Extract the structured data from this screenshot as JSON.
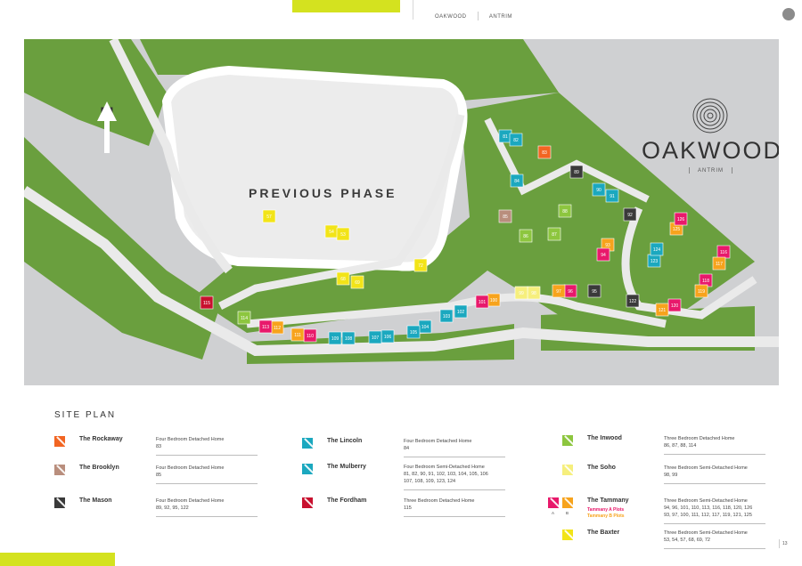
{
  "header": {
    "nav": [
      "OAKWOOD",
      "ANTRIM"
    ]
  },
  "brand": {
    "title": "OAKWOOD",
    "subtitle": "ANTRIM"
  },
  "map": {
    "phase_label": "PREVIOUS PHASE",
    "north_label": "N",
    "plots": [
      {
        "n": "57",
        "c": "#f2e418"
      },
      {
        "n": "54",
        "c": "#f2e418"
      },
      {
        "n": "53",
        "c": "#f2e418"
      },
      {
        "n": "68",
        "c": "#f2e418"
      },
      {
        "n": "69",
        "c": "#f2e418"
      },
      {
        "n": "72",
        "c": "#f2e418"
      },
      {
        "n": "81",
        "c": "#1ba8bf"
      },
      {
        "n": "82",
        "c": "#1ba8bf"
      },
      {
        "n": "83",
        "c": "#f26522"
      },
      {
        "n": "84",
        "c": "#1ba8bf"
      },
      {
        "n": "85",
        "c": "#b98e7d"
      },
      {
        "n": "86",
        "c": "#8dc63f"
      },
      {
        "n": "87",
        "c": "#8dc63f"
      },
      {
        "n": "88",
        "c": "#8dc63f"
      },
      {
        "n": "89",
        "c": "#3a3a3a"
      },
      {
        "n": "90",
        "c": "#1ba8bf"
      },
      {
        "n": "91",
        "c": "#1ba8bf"
      },
      {
        "n": "92",
        "c": "#3a3a3a"
      },
      {
        "n": "93",
        "c": "#f7a31c"
      },
      {
        "n": "94",
        "c": "#e8196b"
      },
      {
        "n": "95",
        "c": "#3a3a3a"
      },
      {
        "n": "96",
        "c": "#e8196b"
      },
      {
        "n": "97",
        "c": "#f7a31c"
      },
      {
        "n": "98",
        "c": "#f6ef7d"
      },
      {
        "n": "99",
        "c": "#f6ef7d"
      },
      {
        "n": "100",
        "c": "#f7a31c"
      },
      {
        "n": "101",
        "c": "#e8196b"
      },
      {
        "n": "102",
        "c": "#1ba8bf"
      },
      {
        "n": "103",
        "c": "#1ba8bf"
      },
      {
        "n": "104",
        "c": "#1ba8bf"
      },
      {
        "n": "105",
        "c": "#1ba8bf"
      },
      {
        "n": "106",
        "c": "#1ba8bf"
      },
      {
        "n": "107",
        "c": "#1ba8bf"
      },
      {
        "n": "108",
        "c": "#1ba8bf"
      },
      {
        "n": "109",
        "c": "#1ba8bf"
      },
      {
        "n": "110",
        "c": "#e8196b"
      },
      {
        "n": "111",
        "c": "#f7a31c"
      },
      {
        "n": "112",
        "c": "#f7a31c"
      },
      {
        "n": "113",
        "c": "#e8196b"
      },
      {
        "n": "114",
        "c": "#8dc63f"
      },
      {
        "n": "115",
        "c": "#c8102e"
      },
      {
        "n": "116",
        "c": "#e8196b"
      },
      {
        "n": "117",
        "c": "#f7a31c"
      },
      {
        "n": "118",
        "c": "#e8196b"
      },
      {
        "n": "119",
        "c": "#f7a31c"
      },
      {
        "n": "120",
        "c": "#e8196b"
      },
      {
        "n": "121",
        "c": "#f7a31c"
      },
      {
        "n": "122",
        "c": "#3a3a3a"
      },
      {
        "n": "123",
        "c": "#1ba8bf"
      },
      {
        "n": "124",
        "c": "#1ba8bf"
      },
      {
        "n": "125",
        "c": "#f7a31c"
      },
      {
        "n": "126",
        "c": "#e8196b"
      }
    ]
  },
  "site_plan": {
    "title": "SITE PLAN",
    "legend": [
      {
        "name": "The Rockaway",
        "color": "#f26522",
        "type": "Four Bedroom Detached Home",
        "plots": "83"
      },
      {
        "name": "The Brooklyn",
        "color": "#b98e7d",
        "type": "Four Bedroom Detached Home",
        "plots": "85"
      },
      {
        "name": "The Mason",
        "color": "#3a3a3a",
        "type": "Four Bedroom Detached Home",
        "plots": "89, 92, 95, 122"
      },
      {
        "name": "The Lincoln",
        "color": "#1ba8bf",
        "type": "Four Bedroom Detached Home",
        "plots": "84"
      },
      {
        "name": "The Mulberry",
        "color": "#1ba8bf",
        "type": "Four Bedroom Semi-Detached Home",
        "plots": "81, 82, 90, 91, 102, 103, 104, 105, 106\n107, 108, 109, 123, 124"
      },
      {
        "name": "The Fordham",
        "color": "#c8102e",
        "type": "Three Bedroom Detached Home",
        "plots": "115"
      },
      {
        "name": "The Inwood",
        "color": "#8dc63f",
        "type": "Three Bedroom Detached Home",
        "plots": "86, 87, 88, 114"
      },
      {
        "name": "The Soho",
        "color": "#f6ef7d",
        "type": "Three Bedroom Semi-Detached Home",
        "plots": "98, 99"
      },
      {
        "name": "The Tammany",
        "color": "#e8196b",
        "color_b": "#f7a31c",
        "sub_a": "Tammany A Plots",
        "sub_b": "Tammany B Plots",
        "label_a": "A",
        "label_b": "B",
        "type": "Three Bedroom Semi-Detached Home",
        "plots": "94, 96, 101, 110, 113, 116, 118, 120, 126\n93, 97, 100, 111, 112, 117, 119, 121, 125"
      },
      {
        "name": "The Baxter",
        "color": "#f2e418",
        "type": "Three Bedroom Semi-Detached Home",
        "plots": "53, 54, 57, 68, 69, 72"
      }
    ]
  },
  "page": {
    "number": "13"
  },
  "colors": {
    "accent": "#d4e21f",
    "green": "#6a9f3e",
    "road": "#e6e6e6",
    "background": "#cfd0d2"
  }
}
